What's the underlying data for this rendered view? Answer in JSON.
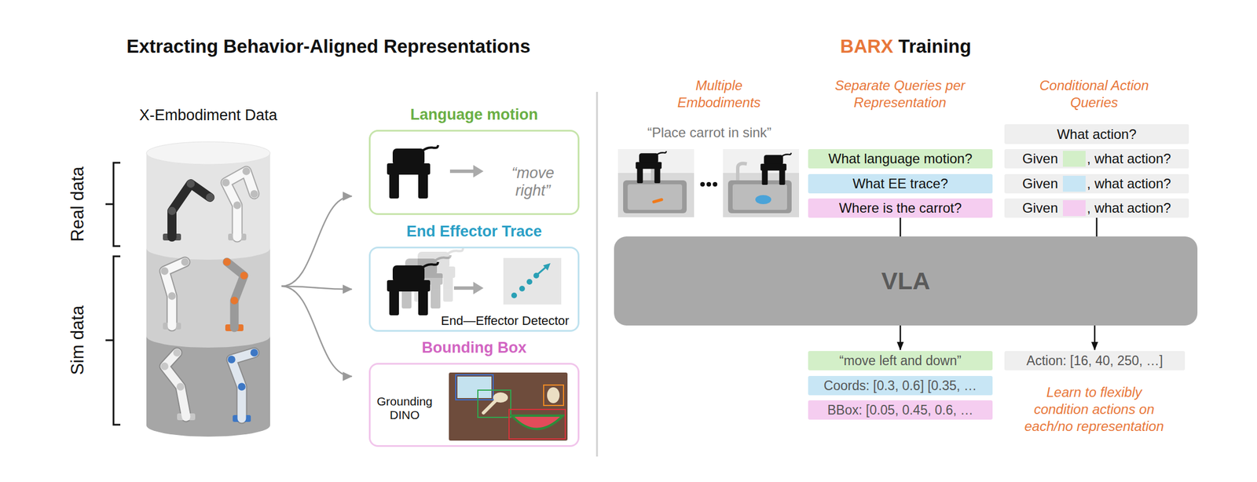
{
  "diagram": {
    "title": "Extracting Behavior-Aligned Representations",
    "nodes": [
      {
        "text": [
          "X-Embodiment Data"
        ]
      },
      {
        "text": [
          "Language motion",
          "“move right”"
        ]
      },
      {
        "text": [
          "End Effector Trace",
          "End—Effector Detector"
        ]
      },
      {
        "text": [
          "Bounding Box",
          "Grounding DINO"
        ]
      },
      {
        "text": [
          "What language motion?"
        ]
      },
      {
        "text": [
          "What EE trace?"
        ]
      },
      {
        "text": [
          "Where is the carrot?"
        ]
      },
      {
        "text": [
          "What action?"
        ]
      },
      {
        "text": [
          "Given",
          ", what action?"
        ]
      },
      {
        "text": [
          "Given",
          ", what action?"
        ]
      },
      {
        "text": [
          "Given",
          ", what action?"
        ]
      },
      {
        "text": [
          "VLA"
        ]
      },
      {
        "text": [
          "“move left and down”"
        ]
      },
      {
        "text": [
          "Coords: [0.3, 0.6] [0.35, …"
        ]
      },
      {
        "text": [
          "BBox: [0.05, 0.45, 0.6, …"
        ]
      },
      {
        "text": [
          "Action: [16, 40, 250, …]"
        ]
      }
    ],
    "edges": [
      {
        "from": 0,
        "to": 1,
        "arrow": "to"
      },
      {
        "from": 0,
        "to": 2,
        "arrow": "to"
      },
      {
        "from": 0,
        "to": 3,
        "arrow": "to"
      },
      {
        "from": 6,
        "to": 11,
        "arrow": "none"
      },
      {
        "from": 10,
        "to": 11,
        "arrow": "none"
      },
      {
        "from": 11,
        "to": 12,
        "arrow": "to"
      },
      {
        "from": 11,
        "to": 15,
        "arrow": "to"
      }
    ],
    "labels": [
      "BARX",
      "Training",
      "Real data",
      "Sim data",
      "Multiple Embodiments",
      "Separate Queries per Representation",
      "Conditional Action Queries",
      "“Place carrot in sink”",
      "Learn to flexibly condition actions on each/no representation"
    ]
  }
}
